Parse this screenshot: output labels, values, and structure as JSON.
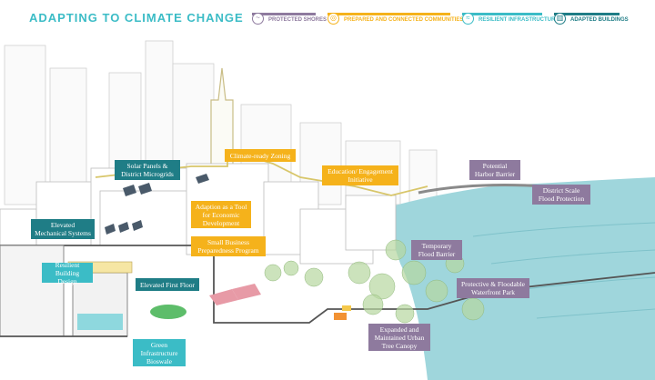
{
  "title": "ADAPTING TO CLIMATE CHANGE",
  "colors": {
    "purple": "#8e7a9e",
    "orange": "#f5b21b",
    "teal": "#3bbcc6",
    "darkteal": "#1f7d86",
    "water": "#9fd6dc",
    "outline": "#c9c9c9",
    "green": "#a8d08d"
  },
  "legend": [
    {
      "label": "PROTECTED SHORES",
      "color": "#8e7a9e",
      "icon": "shore-icon"
    },
    {
      "label": "PREPARED AND CONNECTED COMMUNITIES",
      "color": "#f5b21b",
      "icon": "community-icon"
    },
    {
      "label": "RESILIENT INFRASTRUCTURE",
      "color": "#3bbcc6",
      "icon": "infrastructure-icon"
    },
    {
      "label": "ADAPTED BUILDINGS",
      "color": "#1f7d86",
      "icon": "building-icon"
    }
  ],
  "labels": {
    "solar": "Solar Panels & District Microgrids",
    "climate_zoning": "Climate-ready Zoning",
    "education": "Education/ Engagement Initiative",
    "harbor": "Potential Harbor Barrier",
    "district_flood": "District Scale Flood Protection",
    "economic": "Adaption as a Tool for Economic Development",
    "elevated_mech": "Elevated Mechanical Systems",
    "small_business": "Small Business Preparedness Program",
    "temporary_barrier": "Temporary Flood Barrier",
    "resilient_building": "Resilient Building Design",
    "elevated_floor": "Elevated First Floor",
    "waterfront_park": "Protective & Floodable Waterfront Park",
    "tree_canopy": "Expanded and Maintained Urban Tree Canopy",
    "bioswale": "Green Infrastructure Bioswale"
  }
}
